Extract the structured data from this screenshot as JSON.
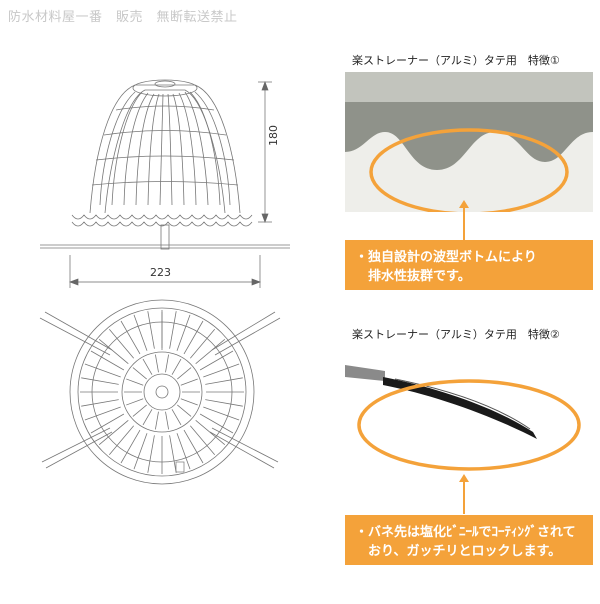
{
  "watermark": "防水材料屋一番　販売　無断転送禁止",
  "drawing": {
    "height_label": "180",
    "width_label": "223"
  },
  "features": [
    {
      "title": "楽ストレーナー（アルミ）タテ用　特徴①",
      "lines": [
        "・独自設計の波型ボトムにより",
        "　排水性抜群です。"
      ]
    },
    {
      "title": "楽ストレーナー（アルミ）タテ用　特徴②",
      "lines": [
        "・バネ先は塩化ﾋﾞﾆｰﾙでｺｰﾃｨﾝｸﾞされて",
        "　おり、ガッチリとロックします。"
      ]
    }
  ],
  "colors": {
    "accent": "#f4a23a",
    "callout_text": "#ffffff",
    "photo_metal": "#a9aca4",
    "spring_coating": "#1a1a1a"
  }
}
